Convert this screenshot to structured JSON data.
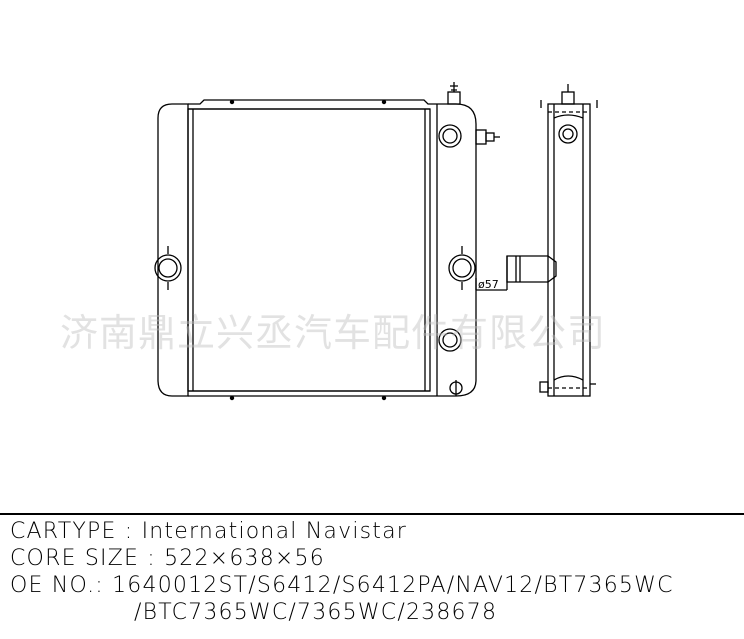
{
  "drawing": {
    "dimension_label": "ø57"
  },
  "watermark": {
    "text": "济南鼎立兴丞汽车配件有限公司"
  },
  "specs": {
    "cartype_label": "CARTYPE :",
    "cartype_value": "International Navistar",
    "core_size_label": "CORE SIZE :",
    "core_size_value": "522×638×56",
    "oe_no_label": "OE NO.:",
    "oe_no_value_line1": "1640012ST/S6412/S6412PA/NAV12/BT7365WC",
    "oe_no_value_line2": "/BTC7365WC/7365WC/238678"
  }
}
